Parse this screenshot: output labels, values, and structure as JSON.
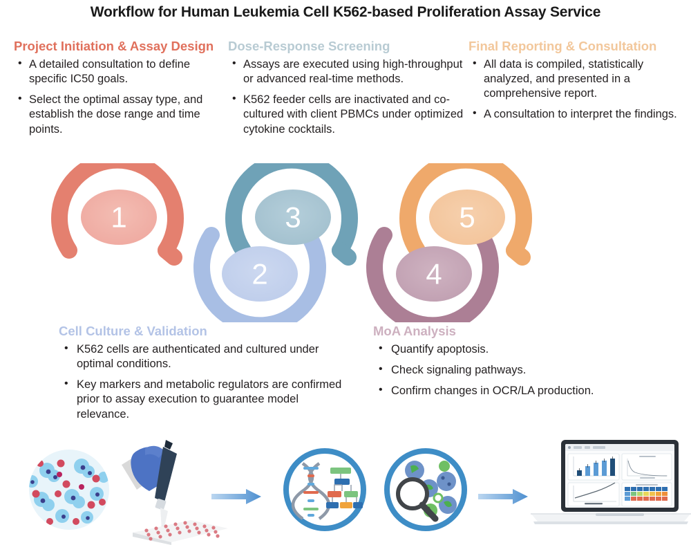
{
  "title": "Workflow for Human Leukemia Cell K562-based Proliferation Assay Service",
  "colors": {
    "step1": "#E4806F",
    "step1_fill": "#EFA9A0",
    "step2": "#A8BEE4",
    "step2_fill": "#BECDEB",
    "step3": "#6FA2B7",
    "step3_fill": "#A2C0CE",
    "step4": "#AC7F95",
    "step4_fill": "#C4A3B4",
    "step5": "#EFA96B",
    "step5_fill": "#F3C49A",
    "heading1": "#E0705C",
    "heading2": "#B8CBD3",
    "heading3": "#F2C79B",
    "heading4": "#B3C3E6",
    "heading5": "#CDB0BF",
    "arrow": "#5B9BD5",
    "icon_ring": "#3E8DC6"
  },
  "steps": [
    {
      "number": "1",
      "heading": "Project Initiation & Assay Design",
      "bullets": [
        "A detailed consultation to define specific IC50 goals.",
        "Select the optimal assay type, and establish the dose range and time points."
      ]
    },
    {
      "number": "2",
      "heading": "Cell Culture & Validation",
      "bullets": [
        "K562 cells are authenticated and cultured under optimal conditions.",
        "Key markers and metabolic regulators are confirmed prior to assay execution to guarantee model relevance."
      ]
    },
    {
      "number": "3",
      "heading": "Dose-Response Screening",
      "bullets": [
        "Assays are executed using high-throughput or advanced real-time methods.",
        "K562 feeder cells are inactivated and co-cultured with client PBMCs under optimized cytokine cocktails."
      ]
    },
    {
      "number": "4",
      "heading": "MoA Analysis",
      "bullets": [
        "Quantify apoptosis.",
        "Check signaling pathways.",
        "Confirm changes in OCR/LA production."
      ]
    },
    {
      "number": "5",
      "heading": "Final Reporting & Consultation",
      "bullets": [
        "All data is compiled, statistically analyzed, and presented in a comprehensive report.",
        "A consultation to interpret the findings."
      ]
    }
  ],
  "bullet_glyph": "•",
  "illustration": {
    "items": [
      {
        "name": "cell-culture-dish-icon",
        "label": "Cell culture dish with K562 cells"
      },
      {
        "name": "pipette-microplate-icon",
        "label": "Gloved hand pipetting into 96-well microplate"
      },
      {
        "name": "arrow-1",
        "label": "arrow-right"
      },
      {
        "name": "dna-pathway-icon",
        "label": "DNA helix and signaling pathway diagram"
      },
      {
        "name": "microscope-analysis-icon",
        "label": "Magnifier examining cells"
      },
      {
        "name": "arrow-2",
        "label": "arrow-right"
      },
      {
        "name": "laptop-dashboard-icon",
        "label": "Laptop displaying results dashboard"
      }
    ]
  }
}
